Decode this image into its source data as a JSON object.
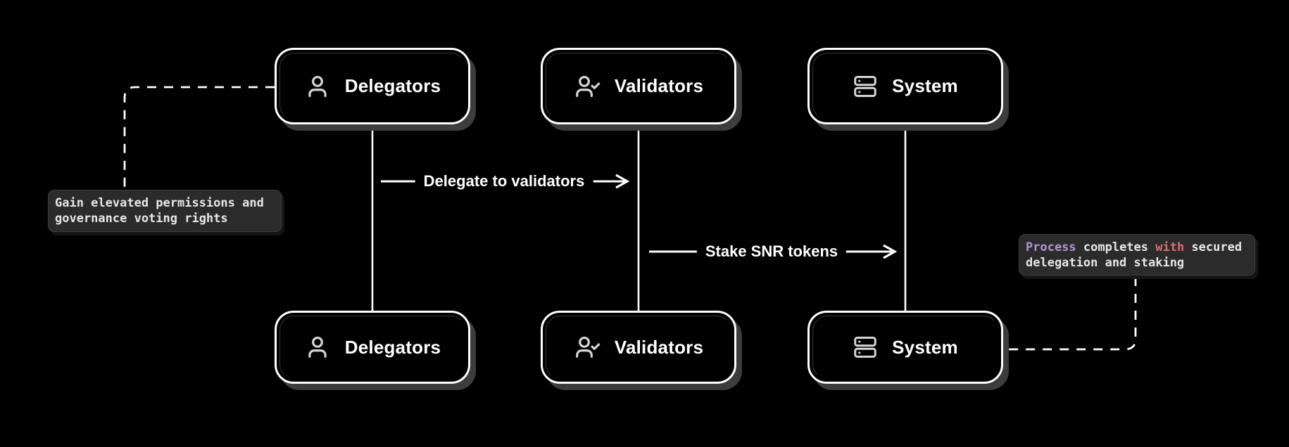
{
  "diagram": {
    "type": "sequence-diagram",
    "background": "#000000"
  },
  "actors": [
    {
      "label": "Delegators",
      "icon": "user-icon"
    },
    {
      "label": "Validators",
      "icon": "user-check-icon"
    },
    {
      "label": "System",
      "icon": "server-icon"
    }
  ],
  "messages": [
    {
      "from": "Delegators",
      "to": "Validators",
      "label": "Delegate to validators"
    },
    {
      "from": "Validators",
      "to": "System",
      "label": "Stake SNR tokens"
    }
  ],
  "notes": {
    "left": {
      "attached_to": "Delegators",
      "lines": [
        "Gain elevated permissions and",
        "governance voting rights"
      ],
      "text_color": "#e8e8e8"
    },
    "right": {
      "attached_to": "System",
      "segments": [
        {
          "text": "Process",
          "color": "#b294d6"
        },
        {
          "text": " completes ",
          "color": "#e8e8e8"
        },
        {
          "text": "with",
          "color": "#e06c75"
        },
        {
          "text": " secured delegation and staking",
          "color": "#e8e8e8"
        }
      ]
    }
  },
  "colors": {
    "background": "#000000",
    "stroke": "#ffffff",
    "box_shadow": "#3d3d3d",
    "note_background": "#2b2b2b",
    "icon": "#d6d6d6",
    "keyword": "#b294d6",
    "operator": "#e06c75"
  }
}
